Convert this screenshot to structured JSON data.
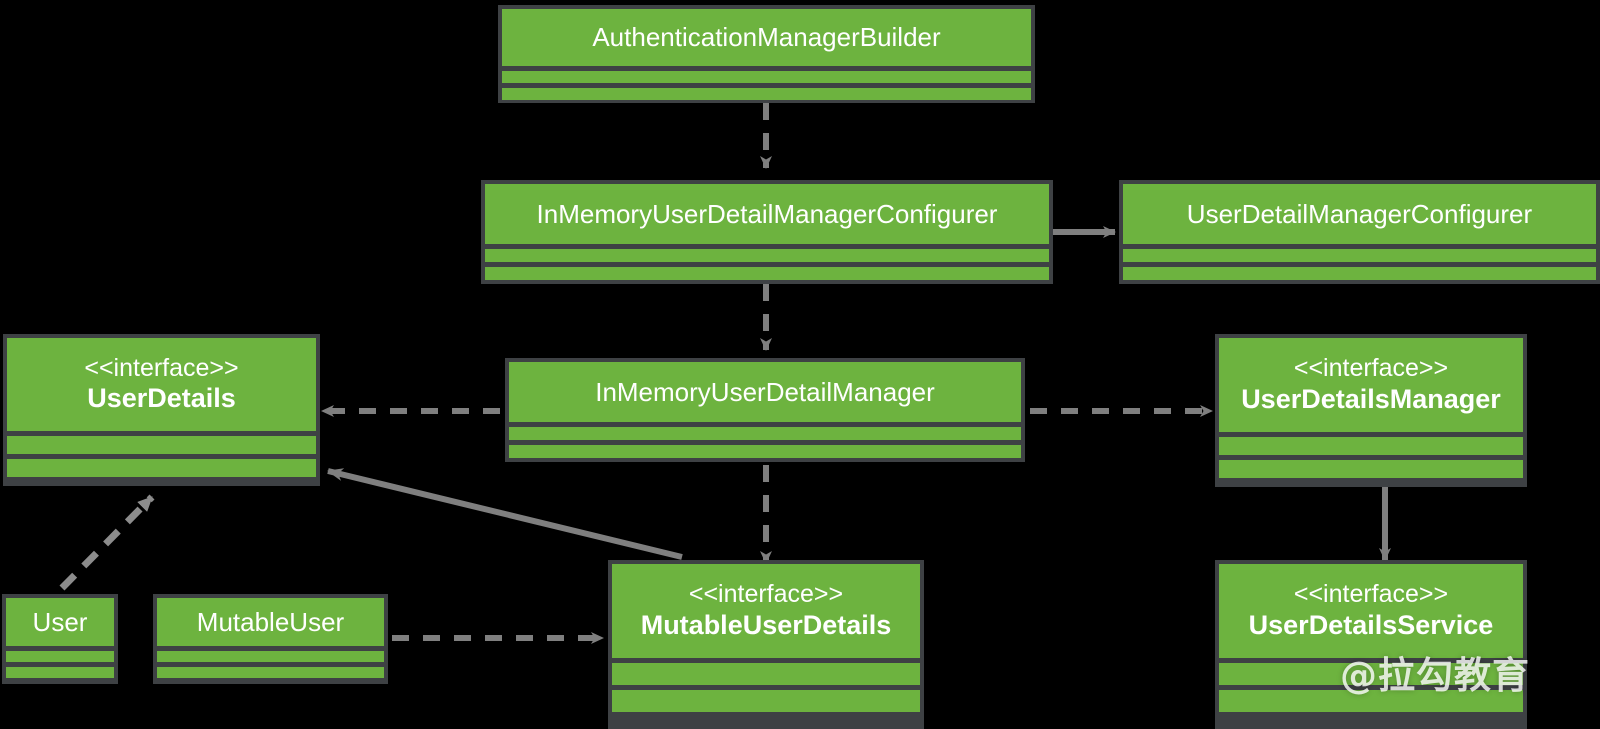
{
  "diagram": {
    "title": "Spring Security UserDetails class diagram",
    "type": "uml-class-diagram",
    "background_color": "#000000",
    "box_fill_color": "#6db33f",
    "box_border_color": "#3e4144",
    "text_color": "#ffffff",
    "edge_color": "#7f7f7f"
  },
  "classes": {
    "authentication_manager_builder": {
      "stereotype": "",
      "name": "AuthenticationManagerBuilder",
      "bold": false
    },
    "in_memory_user_detail_manager_configurer": {
      "stereotype": "",
      "name": "InMemoryUserDetailManagerConfigurer",
      "bold": false
    },
    "user_detail_manager_configurer": {
      "stereotype": "",
      "name": "UserDetailManagerConfigurer",
      "bold": false
    },
    "user_details": {
      "stereotype": "<<interface>>",
      "name": "UserDetails",
      "bold": true
    },
    "in_memory_user_detail_manager": {
      "stereotype": "",
      "name": "InMemoryUserDetailManager",
      "bold": false
    },
    "user_details_manager": {
      "stereotype": "<<interface>>",
      "name": "UserDetailsManager",
      "bold": true
    },
    "user": {
      "stereotype": "",
      "name": "User",
      "bold": false
    },
    "mutable_user": {
      "stereotype": "",
      "name": "MutableUser",
      "bold": false
    },
    "mutable_user_details": {
      "stereotype": "<<interface>>",
      "name": "MutableUserDetails",
      "bold": true
    },
    "user_details_service": {
      "stereotype": "<<interface>>",
      "name": "UserDetailsService",
      "bold": true
    }
  },
  "relationships": [
    {
      "id": "amb-to-imudmc",
      "from": "AuthenticationManagerBuilder",
      "to": "InMemoryUserDetailManagerConfigurer",
      "style": "dashed",
      "arrow": "filled-triangle"
    },
    {
      "id": "imudmc-to-udmc",
      "from": "InMemoryUserDetailManagerConfigurer",
      "to": "UserDetailManagerConfigurer",
      "style": "solid",
      "arrow": "filled-arrow"
    },
    {
      "id": "imudmc-to-imudm",
      "from": "InMemoryUserDetailManagerConfigurer",
      "to": "InMemoryUserDetailManager",
      "style": "dashed",
      "arrow": "filled-triangle"
    },
    {
      "id": "imudm-to-userdetails",
      "from": "InMemoryUserDetailManager",
      "to": "UserDetails",
      "style": "dashed",
      "arrow": "filled-triangle"
    },
    {
      "id": "imudm-to-udmanager",
      "from": "InMemoryUserDetailManager",
      "to": "UserDetailsManager",
      "style": "dashed",
      "arrow": "filled-arrow"
    },
    {
      "id": "imudm-to-mud",
      "from": "InMemoryUserDetailManager",
      "to": "MutableUserDetails",
      "style": "dashed",
      "arrow": "filled-triangle"
    },
    {
      "id": "mud-to-userdetails",
      "from": "MutableUserDetails",
      "to": "UserDetails",
      "style": "solid",
      "arrow": "open-arrow"
    },
    {
      "id": "user-to-userdetails",
      "from": "User",
      "to": "UserDetails",
      "style": "dashed",
      "arrow": "open-triangle"
    },
    {
      "id": "mutableuser-to-mud",
      "from": "MutableUser",
      "to": "MutableUserDetails",
      "style": "dashed",
      "arrow": "filled-arrow"
    },
    {
      "id": "udmanager-to-udservice",
      "from": "UserDetailsManager",
      "to": "UserDetailsService",
      "style": "solid",
      "arrow": "filled-arrow"
    }
  ],
  "watermark": {
    "text": "@拉勾教育"
  }
}
